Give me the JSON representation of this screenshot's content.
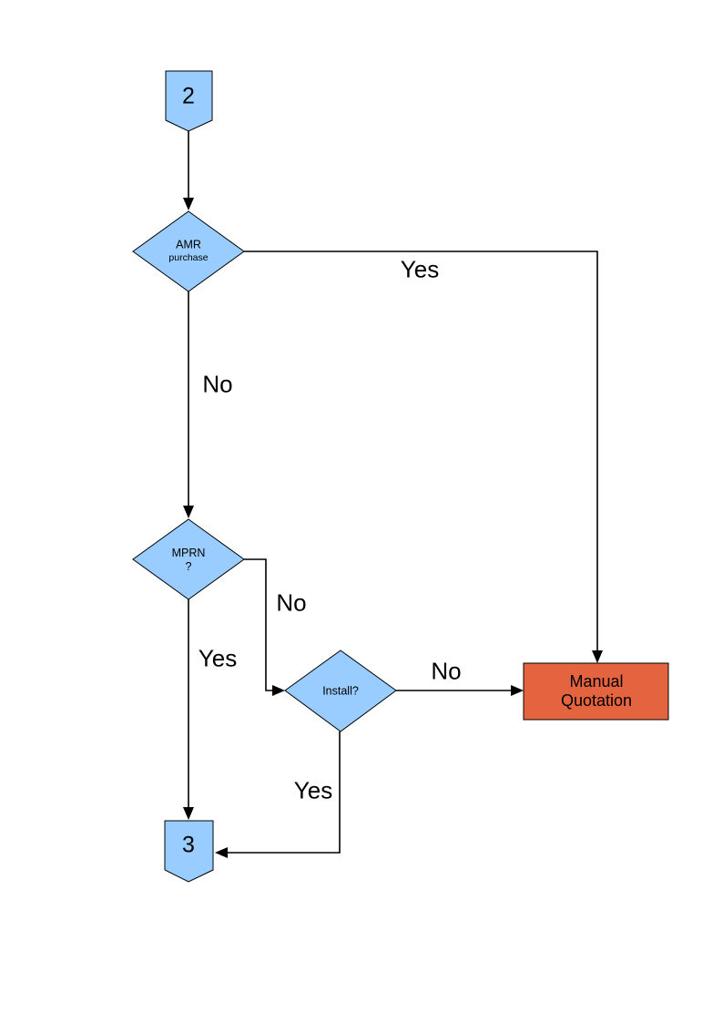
{
  "colors": {
    "node_fill": "#99CCFF",
    "node_stroke": "#000000",
    "manual_fill": "#E56440",
    "manual_stroke": "#000000",
    "line": "#000000"
  },
  "nodes": {
    "connector_2": {
      "label": "2"
    },
    "amr_purchase": {
      "line1": "AMR",
      "line2": "purchase"
    },
    "mprn": {
      "label": "MPRN\n?"
    },
    "install": {
      "label": "Install?"
    },
    "manual_quotation": {
      "label": "Manual\nQuotation"
    },
    "connector_3": {
      "label": "3"
    }
  },
  "edge_labels": {
    "amr_yes": "Yes",
    "amr_no": "No",
    "mprn_no": "No",
    "mprn_yes": "Yes",
    "install_no": "No",
    "install_yes": "Yes"
  }
}
